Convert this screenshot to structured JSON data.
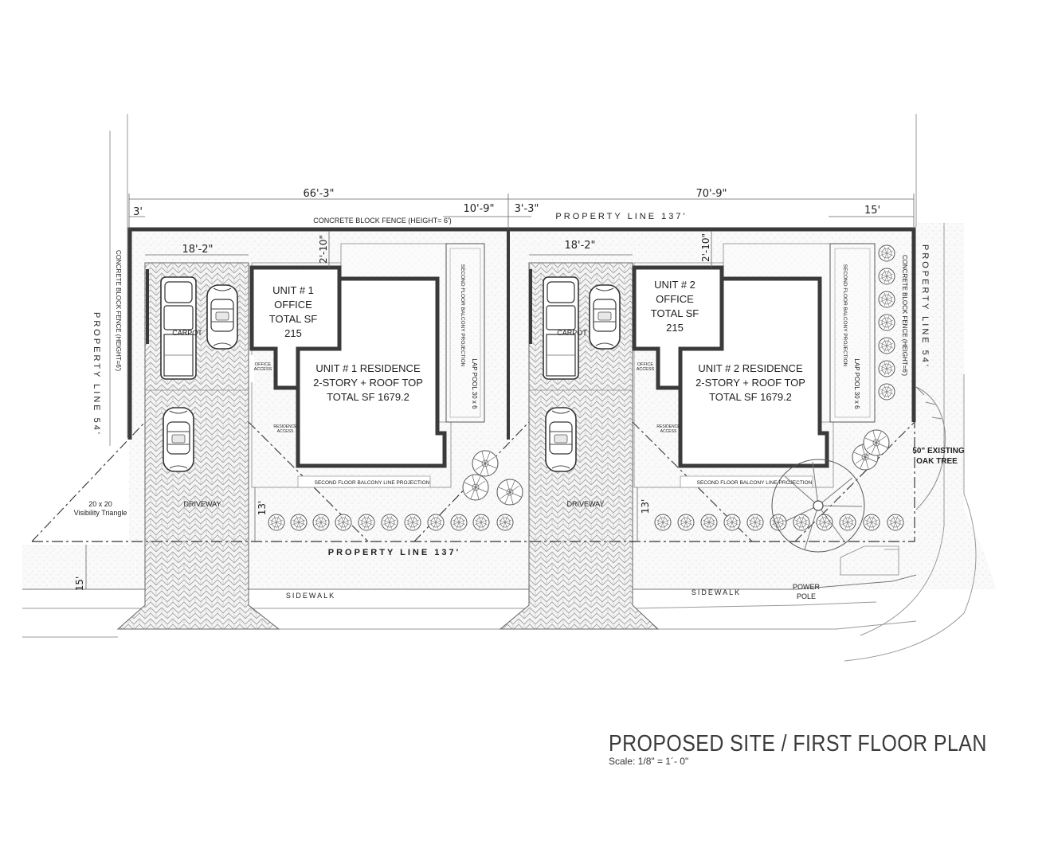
{
  "plan": {
    "title": "PROPOSED  SITE / FIRST  FLOOR  PLAN",
    "scale": "Scale: 1/8\" = 1´- 0\""
  },
  "dimensions": {
    "overall_left": "66'-3\"",
    "overall_right": "70'-9\"",
    "left_setback": "3'",
    "mid_setback_a": "10'-9\"",
    "mid_setback_b": "3'-3\"",
    "right_setback": "15'",
    "carport_width_1": "18'-2\"",
    "carport_width_2": "18'-2\"",
    "office_offset_1": "2'-10\"",
    "office_offset_2": "2'-10\"",
    "front_setback_1": "13'",
    "front_setback_2": "13'",
    "sidewalk_offset": "15'"
  },
  "labels": {
    "fence_top": "CONCRETE BLOCK FENCE (HEIGHT= 6')",
    "property_line_top": "PROPERTY LINE  137'",
    "property_line_bottom": "PROPERTY LINE  137'",
    "property_line_left": "PROPERTY LINE  54'",
    "property_line_right": "PROPERTY LINE  54'",
    "fence_left": "CONCRETE BLOCK FENCE (HEIGHT=6')",
    "fence_right": "CONCRETE BLOCK FENCE (HEIGHT=6')",
    "visibility_a": "20 x 20",
    "visibility_b": "Visibility Triangle",
    "sidewalk_1": "SIDEWALK",
    "sidewalk_2": "SIDEWALK",
    "power_pole_a": "POWER",
    "power_pole_b": "POLE",
    "oak_a": "50\" EXISTING",
    "oak_b": "OAK TREE"
  },
  "units": [
    {
      "carport": "CARPOT",
      "driveway": "DRIVEWAY",
      "office": [
        "UNIT # 1",
        "OFFICE",
        "TOTAL SF",
        "215"
      ],
      "residence": [
        "UNIT # 1 RESIDENCE",
        "2-STORY + ROOF TOP",
        "TOTAL SF 1679.2"
      ],
      "office_access": [
        "OFFICE",
        "ACCESS"
      ],
      "residence_access": [
        "RESIDENCE",
        "ACCESS"
      ],
      "balcony_line": "SECOND FLOOR BALCONY LINE PROJECTION",
      "balcony_projection": "SECOND FLOOR BALCONY PROJECTION",
      "lap_pool": "LAP POOL 30 x 6"
    },
    {
      "carport": "CARPOT",
      "driveway": "DRIVEWAY",
      "office": [
        "UNIT # 2",
        "OFFICE",
        "TOTAL SF",
        "215"
      ],
      "residence": [
        "UNIT # 2 RESIDENCE",
        "2-STORY + ROOF TOP",
        "TOTAL SF 1679.2"
      ],
      "office_access": [
        "OFFICE",
        "ACCESS"
      ],
      "residence_access": [
        "RESIDENCE",
        "ACCESS"
      ],
      "balcony_line": "SECOND FLOOR BALCONY LINE PROJECTION",
      "balcony_projection": "SECOND FLOOR BALCONY PROJECTION",
      "lap_pool": "LAP POOL 30 x 6"
    }
  ]
}
